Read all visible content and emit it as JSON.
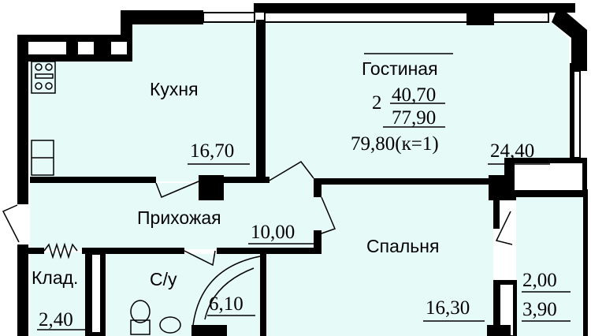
{
  "rooms": {
    "kitchen": {
      "name": "Кухня",
      "area": "16,70"
    },
    "living": {
      "name": "Гостиная",
      "rooms_count": "2",
      "living_area": "40,70",
      "total_area": "77,90",
      "total_with_balcony": "79,80(к=1)",
      "area": "24,40"
    },
    "hallway": {
      "name": "Прихожая",
      "area": "10,00"
    },
    "bedroom": {
      "name": "Спальня",
      "area": "16,30"
    },
    "storage": {
      "name": "Клад.",
      "area": "2,40"
    },
    "bathroom": {
      "name": "С/у",
      "area": "6,10"
    },
    "balcony": {
      "area_reduced": "2,00",
      "area": "3,90"
    }
  },
  "colors": {
    "floor": "#e6fbf8",
    "wall": "#000000"
  }
}
